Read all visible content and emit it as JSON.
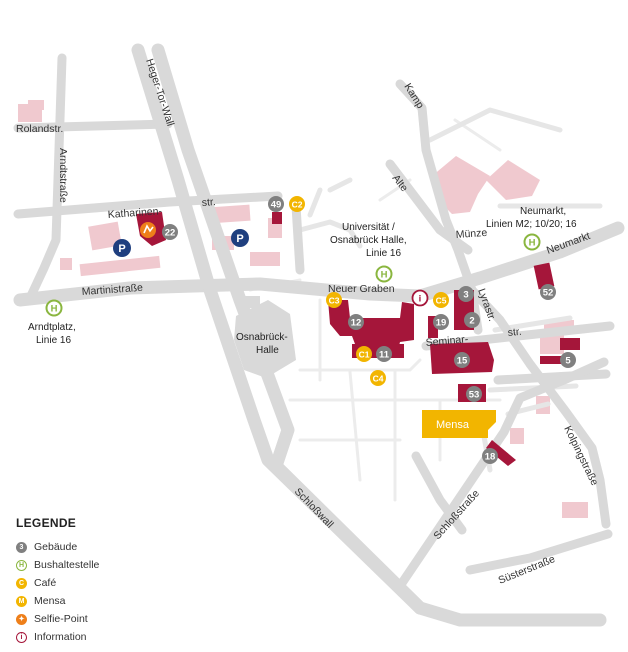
{
  "streets": {
    "roland": "Rolandstr.",
    "arndt": "Arndtstraße",
    "heger": "Heger-Tor-Wall",
    "katharinen": "Katharinen-",
    "str": "str.",
    "martini": "Martinistraße",
    "kamp": "Kamp",
    "alte": "Alte",
    "muenze": "Münze",
    "neumarkt": "Neumarkt",
    "neuer_graben": "Neuer Graben",
    "lyra": "Lyrastr.",
    "seminar": "Seminar-",
    "seminar_str": "str.",
    "kolping": "Kolpingstraße",
    "schlosswall": "Schloßwall",
    "schlossstr": "Schloßstraße",
    "suester": "Süsterstraße"
  },
  "places": {
    "arndtplatz_l1": "Arndtplatz,",
    "arndtplatz_l2": "Linie 16",
    "uni_l1": "Universität /",
    "uni_l2": "Osnabrück Halle,",
    "uni_l3": "Linie 16",
    "neumarkt_l1": "Neumarkt,",
    "neumarkt_l2": "Linien M2; 10/20; 16",
    "osnabrueck_l1": "Osnabrück-",
    "osnabrueck_l2": "Halle",
    "mensa": "Mensa"
  },
  "markers": {
    "b22": "22",
    "b49": "49",
    "b12": "12",
    "b11": "11",
    "b19": "19",
    "b3": "3",
    "b2": "2",
    "b15": "15",
    "b53": "53",
    "b52": "52",
    "b5": "5",
    "b18": "18",
    "c1": "C1",
    "c2": "C2",
    "c3": "C3",
    "c4": "C4",
    "c5": "C5",
    "bus": "H",
    "parking": "P",
    "info": "i"
  },
  "legend": {
    "title": "LEGENDE",
    "items": [
      {
        "symbol": "3",
        "label": "Gebäude",
        "color": "#808080"
      },
      {
        "symbol": "H",
        "label": "Bushaltestelle",
        "color": "#8ab63f"
      },
      {
        "symbol": "C",
        "label": "Café",
        "color": "#f2b500"
      },
      {
        "symbol": "M",
        "label": "Mensa",
        "color": "#f2b500"
      },
      {
        "symbol": "✦",
        "label": "Selfie-Point",
        "color": "#ee7f1a"
      },
      {
        "symbol": "i",
        "label": "Information",
        "color": "#a5163a"
      }
    ]
  },
  "colors": {
    "road": "#d9d9d9",
    "university_building": "#a5163a",
    "other_building": "#f0c9cf",
    "mensa": "#f2b500",
    "building_marker": "#808080",
    "bus_stop": "#8ab63f",
    "parking": "#1f3f7f"
  }
}
